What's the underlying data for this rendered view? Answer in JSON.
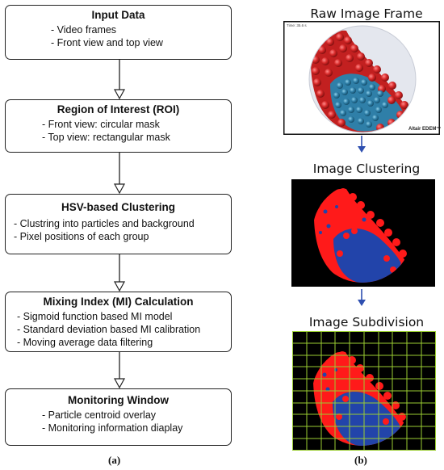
{
  "flowchart": {
    "steps": [
      {
        "title": "Input Data",
        "items": [
          "- Video frames",
          "- Front view and top view"
        ]
      },
      {
        "title": "Region of Interest (ROI)",
        "items": [
          "- Front view: circular mask",
          "- Top view: rectangular mask"
        ]
      },
      {
        "title": "HSV-based Clustering",
        "items": [
          "- Clustring into particles and background",
          "- Pixel positions of each group"
        ]
      },
      {
        "title": "Mixing Index (MI) Calculation",
        "items": [
          "- Sigmoid function based MI model",
          "- Standard deviation based MI calibration",
          "- Moving average data filtering"
        ]
      },
      {
        "title": "Monitoring Window",
        "items": [
          "- Particle centroid overlay",
          "- Monitoring information diaplay"
        ]
      }
    ],
    "caption": "(a)"
  },
  "images": {
    "panels": [
      {
        "title": "Raw Image Frame",
        "overlay_text": "Time: 35.6 s",
        "brand": "Altair EDEM™"
      },
      {
        "title": "Image Clustering"
      },
      {
        "title": "Image Subdivision"
      }
    ],
    "caption": "(b)",
    "colors": {
      "red_particle": "#d62828",
      "blue_particle": "#2f7fa8",
      "cluster_red": "#ff1a1a",
      "cluster_blue": "#2244aa",
      "grid": "#9acd32",
      "arrow_blue": "#2e4fb0"
    }
  }
}
